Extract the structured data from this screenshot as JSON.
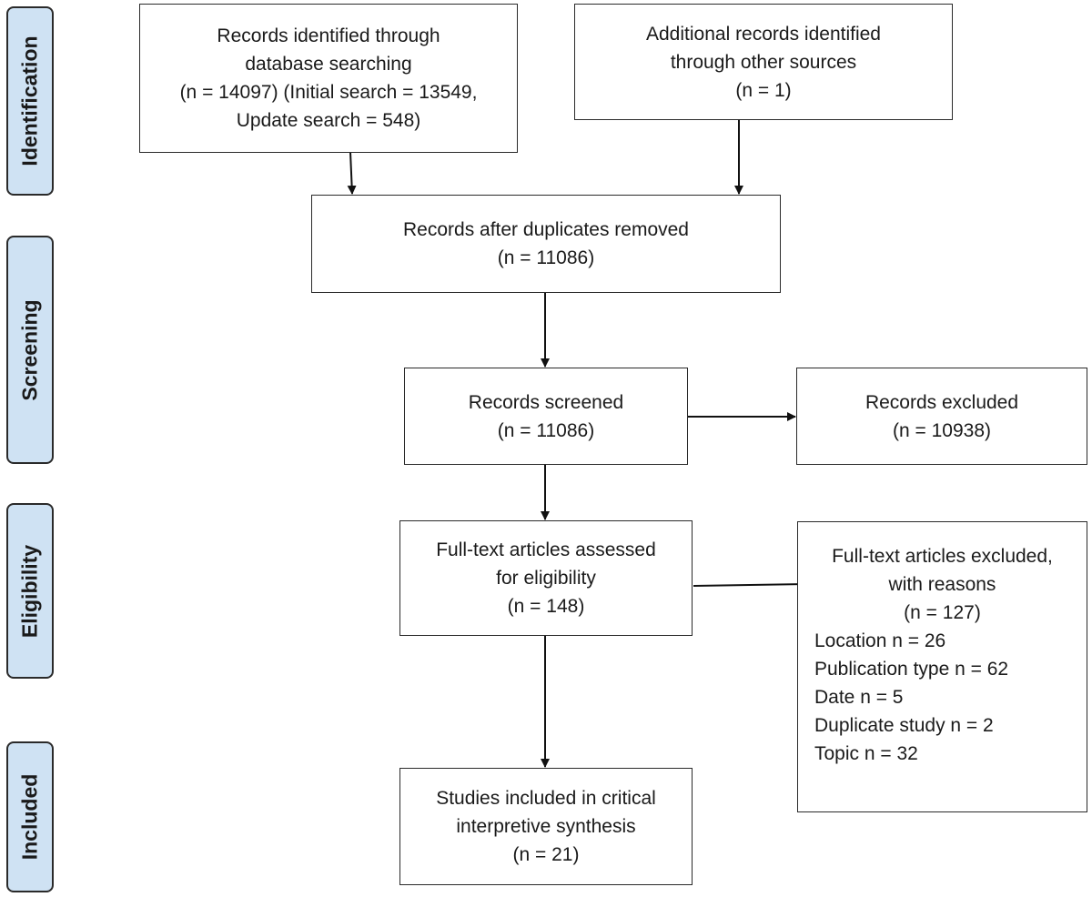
{
  "stages": {
    "identification": "Identification",
    "screening": "Screening",
    "eligibility": "Eligibility",
    "included": "Included"
  },
  "boxes": {
    "database": {
      "lines": [
        "Records identified through",
        "database searching",
        "(n = 14097) (Initial search = 13549,",
        "Update search = 548)"
      ]
    },
    "other_sources": {
      "lines": [
        "Additional records identified",
        "through other sources",
        "(n = 1)"
      ]
    },
    "duplicates_removed": {
      "lines": [
        "Records after duplicates removed",
        "(n = 11086)"
      ]
    },
    "screened": {
      "lines": [
        "Records screened",
        "(n =  11086)"
      ]
    },
    "excluded": {
      "lines": [
        "Records excluded",
        "(n = 10938)"
      ]
    },
    "full_text": {
      "lines": [
        "Full-text articles assessed",
        "for eligibility",
        "(n = 148)"
      ]
    },
    "full_text_excluded": {
      "lines": [
        "Full-text articles excluded,",
        "with reasons",
        "(n = 127)"
      ],
      "reasons": [
        "Location n = 26",
        "Publication type n = 62",
        "Date n = 5",
        "Duplicate study n = 2",
        "Topic n = 32"
      ]
    },
    "included": {
      "lines": [
        "Studies included in critical",
        "interpretive synthesis",
        "(n = 21)"
      ]
    }
  },
  "colors": {
    "stage_fill": "#cfe2f3",
    "stroke": "#2a2a2a"
  }
}
